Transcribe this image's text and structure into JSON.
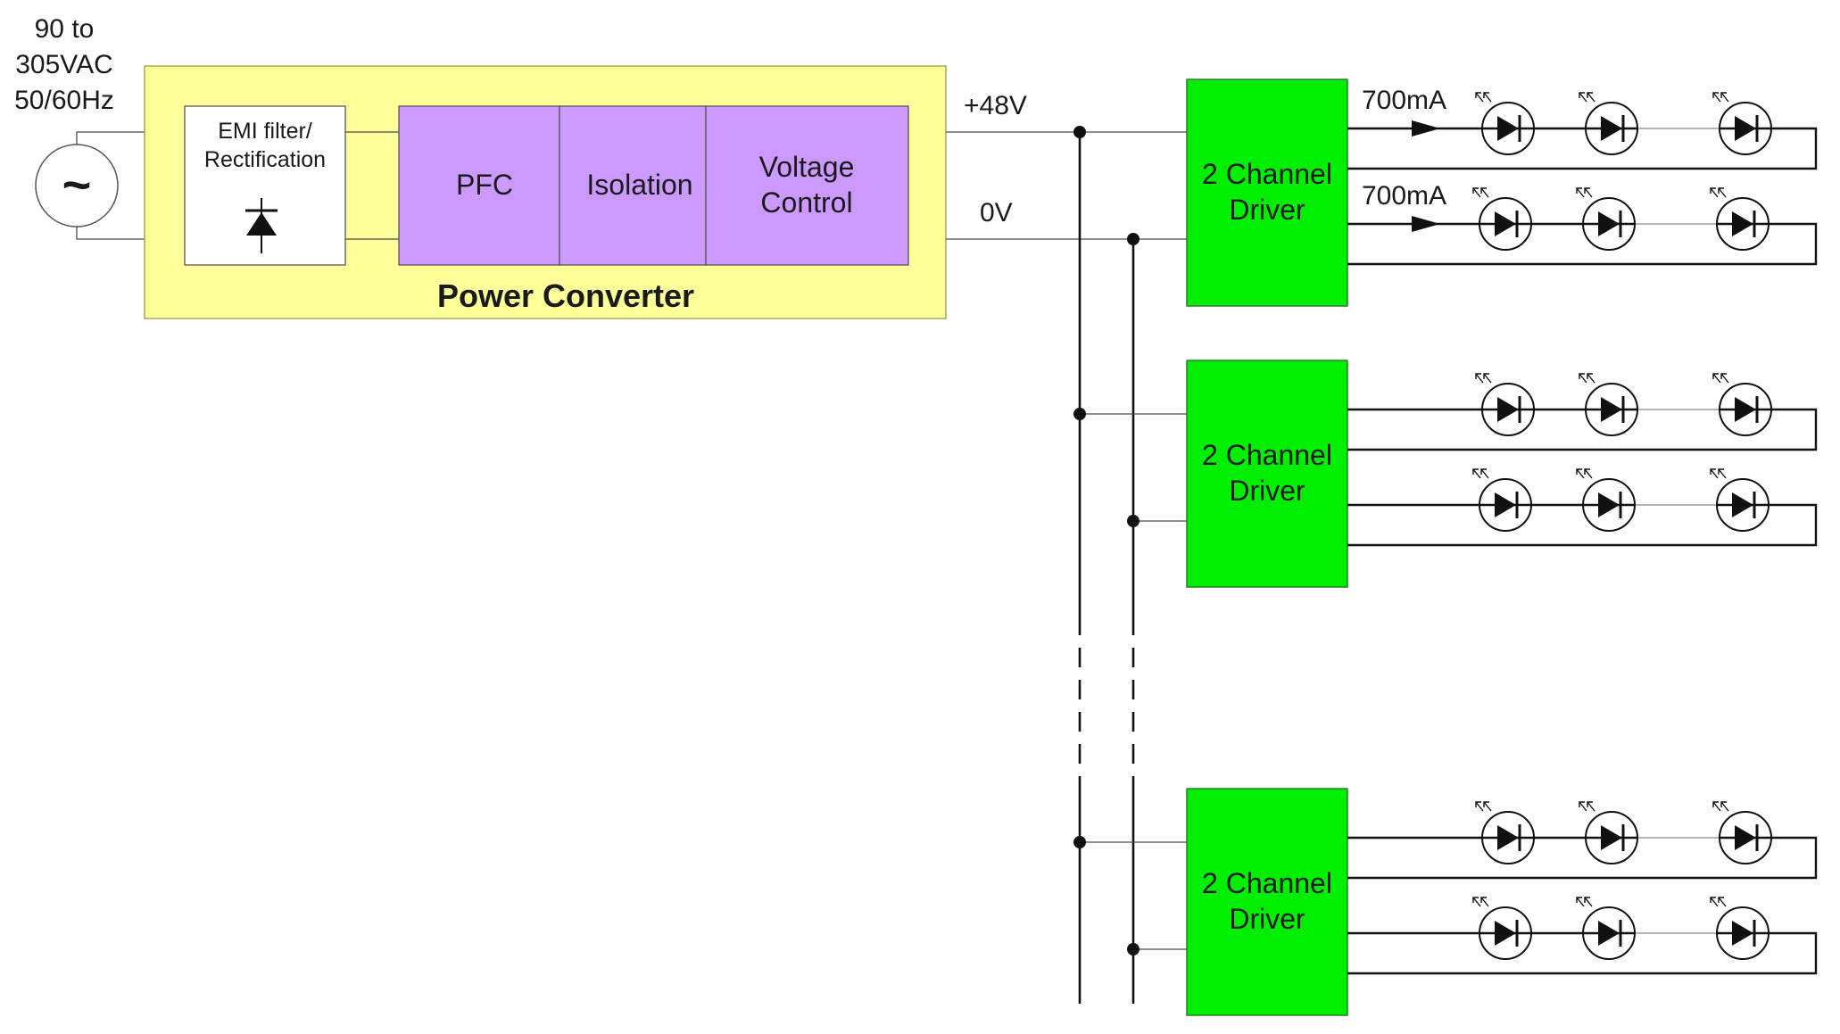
{
  "input_label": [
    "90 to",
    "305VAC",
    "50/60Hz"
  ],
  "ac_source_symbol": "~",
  "power_converter": {
    "title": "Power Converter",
    "emi_block": [
      "EMI filter/",
      "Rectification"
    ],
    "pfc_label": "PFC",
    "isolation_label": "Isolation",
    "voltage_control": [
      "Voltage",
      "Control"
    ]
  },
  "rails": {
    "positive": "+48V",
    "negative": "0V"
  },
  "drivers": [
    {
      "label": [
        "2 Channel",
        "Driver"
      ],
      "channel_currents": [
        "700mA",
        "700mA"
      ]
    },
    {
      "label": [
        "2 Channel",
        "Driver"
      ],
      "channel_currents": []
    },
    {
      "label": [
        "2 Channel",
        "Driver"
      ],
      "channel_currents": []
    }
  ],
  "leds_per_channel": 3,
  "colors": {
    "converter_fill": "#ffff99",
    "converter_stroke": "#a6a65a",
    "converter_block_fill": "#cc99ff",
    "driver_fill": "#00ee00",
    "driver_stroke": "#2f7d2f"
  }
}
